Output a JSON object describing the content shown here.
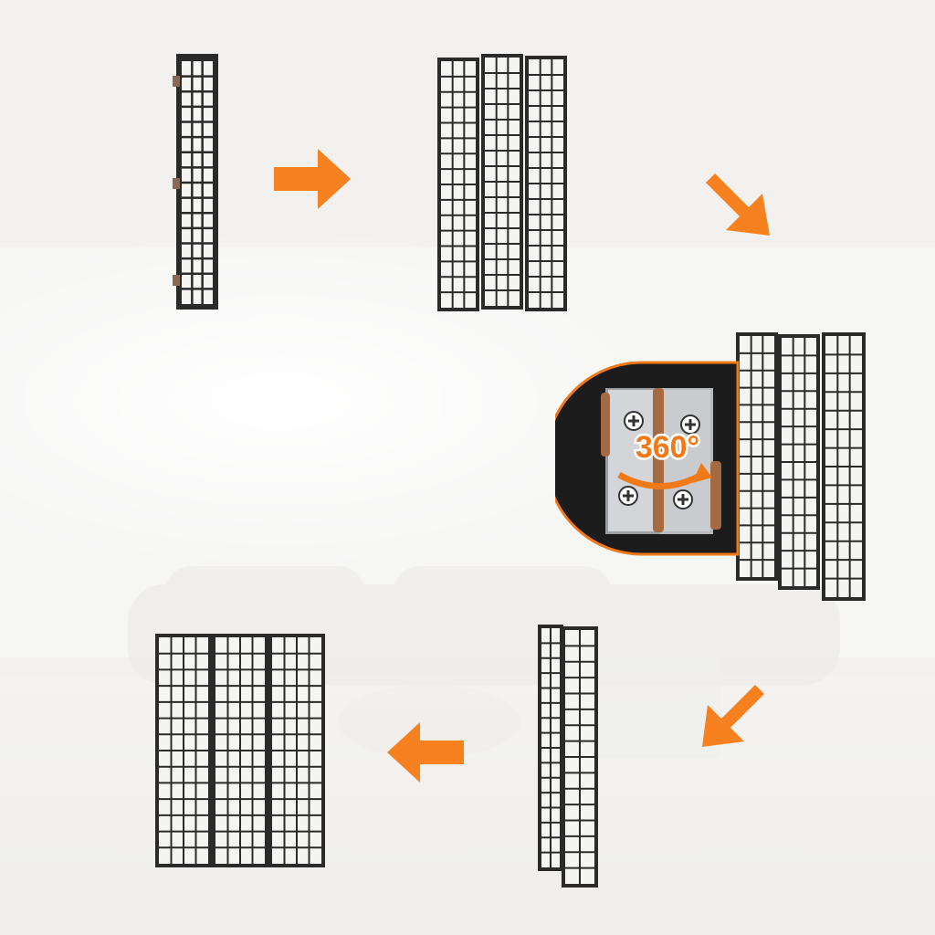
{
  "hinge_callout": {
    "rotation_label": "360°",
    "accent_color": "#f07a1a"
  },
  "colors": {
    "frame": "#2a2a2a",
    "paper": "#f4f4f2",
    "arrow": "#f7811f",
    "background": "#f2f1ef"
  },
  "stages": [
    {
      "name": "folded-screen",
      "panels_visible": 1
    },
    {
      "name": "unfolded-three-panels",
      "panels_visible": 3
    },
    {
      "name": "hinge-detail-screen",
      "panels_visible": 3
    },
    {
      "name": "triangle-fold-screen",
      "panels_visible": 2
    },
    {
      "name": "flat-three-panels",
      "panels_visible": 3
    }
  ],
  "arrows": [
    {
      "name": "arrow-right",
      "direction": "right"
    },
    {
      "name": "arrow-down-right",
      "direction": "down-right"
    },
    {
      "name": "arrow-down-left",
      "direction": "down-left"
    },
    {
      "name": "arrow-left",
      "direction": "left"
    }
  ]
}
